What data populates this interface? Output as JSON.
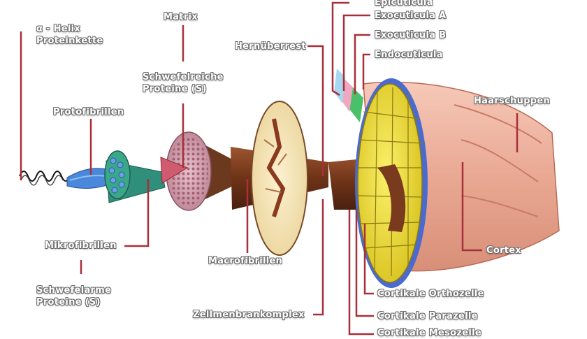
{
  "labels": {
    "alpha_helix": [
      "α - Helix",
      "Proteinkette"
    ],
    "matrix": "Matrix",
    "protofibrillen": "Protofibrillen",
    "schwefelreiche": [
      "Schwefelreiche",
      "Proteine (S)"
    ],
    "hernuberrest": "Hernüberrest",
    "epicuticula": "Epicuticula",
    "exocuticula_a": "Exocuticula A",
    "exocuticula_b": "Exocuticula B",
    "endocuticula": "Endocuticula",
    "haarschuppen": "Haarschuppen",
    "mikrofibrillen": "Mikrofibrillen",
    "schwefelarme": [
      "Schwefelarme",
      "Proteine (S)"
    ],
    "macrofibrillen": "Macrofibrillen",
    "cortex": "Cortex",
    "zellmembran": "Zellmenbrankomplex",
    "ortho": "Cortikale Orthozelle",
    "para": "Cortikale Parazelle",
    "meso": "Cortikale Mesozelle"
  },
  "colors": {
    "leader": "#a8303a",
    "helix": "#111111",
    "proto": "#3a78c8",
    "micro_teal": "#2f8f7a",
    "macro_pink": "#c79aa8",
    "matrix_fill": "#f3dfae",
    "cortex_yellow": "#e8d43a",
    "cortex_brown": "#7a3a1e",
    "skin": "#e9a893"
  }
}
